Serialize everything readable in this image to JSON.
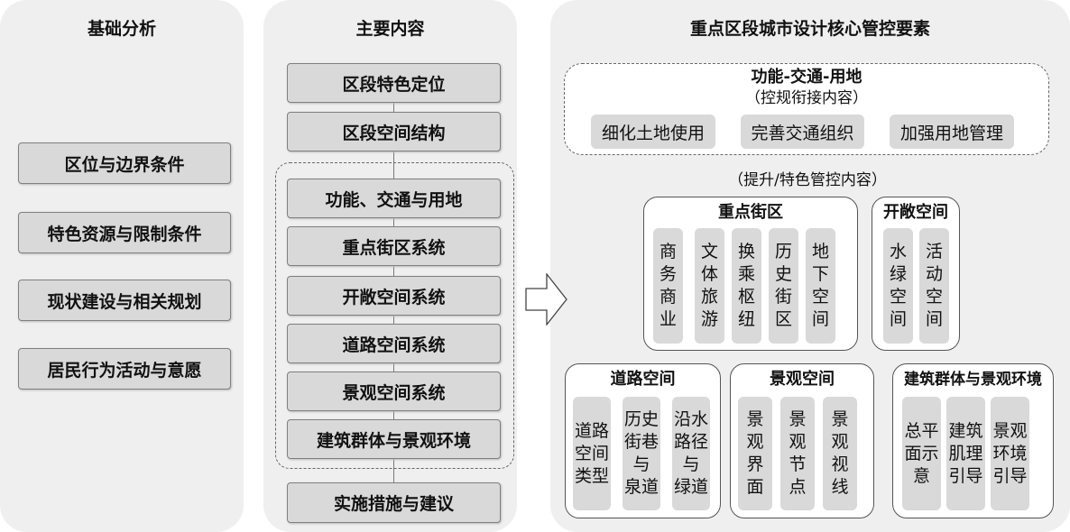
{
  "panel1": {
    "title": "基础分析",
    "items": [
      "区位与边界条件",
      "特色资源与限制条件",
      "现状建设与相关规划",
      "居民行为活动与意愿"
    ]
  },
  "panel2": {
    "title": "主要内容",
    "top": [
      "区段特色定位",
      "区段空间结构"
    ],
    "group": [
      "功能、交通与用地",
      "重点街区系统",
      "开敞空间系统",
      "道路空间系统",
      "景观空间系统",
      "建筑群体与景观环境"
    ],
    "bottom": "实施措施与建议"
  },
  "panel3": {
    "title": "重点区段城市设计核心管控要素",
    "basic": {
      "title": "功能-交通-用地",
      "subtitle": "（控规衔接内容）",
      "items": [
        "细化土地使用",
        "完善交通组织",
        "加强用地管理"
      ]
    },
    "enhanced_caption": "（提升/特色管控内容）",
    "districts": {
      "title": "重点街区",
      "items": [
        "商\n务\n商\n业",
        "文\n体\n旅\n游",
        "换\n乘\n枢\n纽",
        "历\n史\n街\n区",
        "地\n下\n空\n间"
      ]
    },
    "open": {
      "title": "开敞空间",
      "items": [
        "水\n绿\n空\n间",
        "活\n动\n空\n间"
      ]
    },
    "roads": {
      "title": "道路空间",
      "items": [
        "道路\n空间\n类型",
        "历史\n街巷\n与\n泉道",
        "沿水\n路径\n与\n绿道"
      ]
    },
    "landscape": {
      "title": "景观空间",
      "items": [
        "景\n观\n界\n面",
        "景\n观\n节\n点",
        "景\n观\n视\n线"
      ]
    },
    "buildings": {
      "title": "建筑群体与景观环境",
      "items": [
        "总平\n面示\n意",
        "建筑\n肌理\n引导",
        "景观\n环境\n引导"
      ]
    }
  }
}
